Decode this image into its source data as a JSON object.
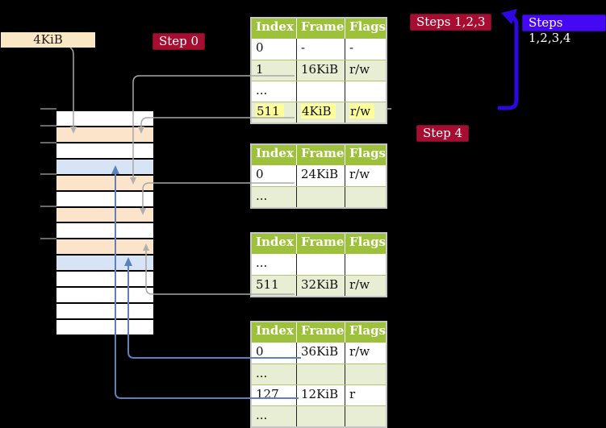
{
  "frame_box": {
    "label": "4KiB"
  },
  "labels": {
    "step0": "Step 0",
    "steps123": "Steps 1,2,3",
    "steps1234": "Steps 1,2,3,4",
    "step4": "Step 4"
  },
  "colors": {
    "background": "#000000",
    "table_header_green": "#9ec13b",
    "table_row_green": "#e7eed3",
    "step_label_red": "#a60d31",
    "steps_label_blue": "#4508f2",
    "big_arrow_blue": "#2e06e2",
    "memory_peach": "#fce4cb",
    "memory_blue": "#d6e4f6",
    "memory_white": "#ffffff",
    "frame_box_tan": "#fae7c4",
    "highlight_yellow": "#ffff99",
    "connector_gray": "#a8a8a8",
    "connector_steel_blue": "#5c81c0"
  },
  "memory": {
    "rows": [
      "white",
      "peach",
      "white",
      "blue",
      "peach",
      "white",
      "peach",
      "white",
      "peach",
      "blue",
      "white",
      "white",
      "white",
      "white"
    ]
  },
  "tables": [
    {
      "name": "page-table-top",
      "headers": [
        "Index",
        "Frame",
        "Flags"
      ],
      "rows": [
        {
          "cells": [
            "0",
            "-",
            "-"
          ],
          "shade": false,
          "highlight": false
        },
        {
          "cells": [
            "1",
            "16KiB",
            "r/w"
          ],
          "shade": true,
          "highlight": false
        },
        {
          "cells": [
            "...",
            "",
            ""
          ],
          "shade": false,
          "highlight": false
        },
        {
          "cells": [
            "511",
            "4KiB",
            "r/w"
          ],
          "shade": true,
          "highlight": true
        }
      ]
    },
    {
      "name": "page-table-second",
      "headers": [
        "Index",
        "Frame",
        "Flags"
      ],
      "rows": [
        {
          "cells": [
            "0",
            "24KiB",
            "r/w"
          ],
          "shade": false,
          "highlight": false
        },
        {
          "cells": [
            "...",
            "",
            ""
          ],
          "shade": true,
          "highlight": false
        }
      ]
    },
    {
      "name": "page-table-third",
      "headers": [
        "Index",
        "Frame",
        "Flags"
      ],
      "rows": [
        {
          "cells": [
            "...",
            "",
            ""
          ],
          "shade": false,
          "highlight": false
        },
        {
          "cells": [
            "511",
            "32KiB",
            "r/w"
          ],
          "shade": true,
          "highlight": false
        }
      ]
    },
    {
      "name": "page-table-bottom",
      "headers": [
        "Index",
        "Frame",
        "Flags"
      ],
      "rows": [
        {
          "cells": [
            "0",
            "36KiB",
            "r/w"
          ],
          "shade": false,
          "highlight": false
        },
        {
          "cells": [
            "...",
            "",
            ""
          ],
          "shade": true,
          "highlight": false
        },
        {
          "cells": [
            "127",
            "12KiB",
            "r"
          ],
          "shade": false,
          "highlight": false
        },
        {
          "cells": [
            "...",
            "",
            ""
          ],
          "shade": true,
          "highlight": false
        }
      ]
    }
  ]
}
